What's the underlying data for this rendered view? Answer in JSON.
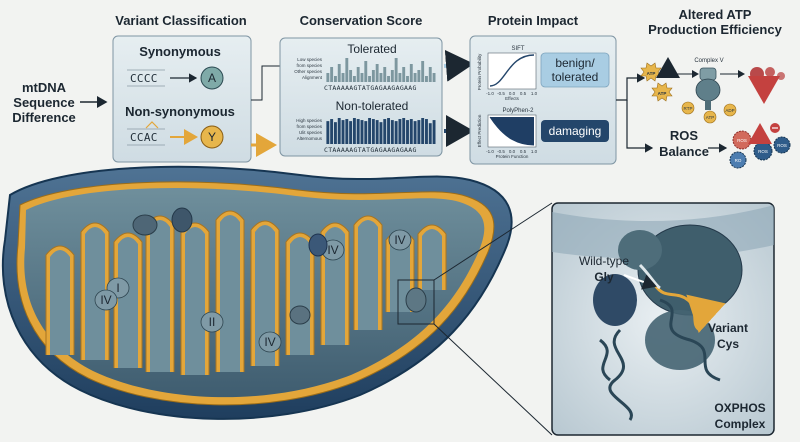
{
  "input_label": [
    "mtDNA",
    "Sequence",
    "Difference"
  ],
  "panels": {
    "variant": {
      "title": "Variant Classification",
      "synonymous": {
        "label": "Synonymous",
        "codon": "CCCC",
        "aa": "A"
      },
      "nonsyn": {
        "label": "Non-synonymous",
        "codon": "CCAC",
        "aa": "Y"
      }
    },
    "conservation": {
      "title": "Conservation Score",
      "tolerated": {
        "label": "Tolerated",
        "rows": [
          "Low species",
          "from species",
          "Other species",
          "Alignment"
        ],
        "sequence": "CTAAAAAGTATGAGAAGAGAAG",
        "bars": [
          3,
          5,
          2,
          6,
          3,
          8,
          4,
          2,
          5,
          3,
          7,
          2,
          4,
          6,
          3,
          5,
          2,
          4,
          8,
          3,
          5,
          2,
          6,
          3,
          4,
          7,
          2,
          5,
          3
        ]
      },
      "nontolerated": {
        "label": "Non-tolerated",
        "rows": [
          "High species",
          "from species",
          "Ulit species",
          "Alternomous"
        ],
        "sequence": "CTAAAAAGTATGAGAAGAGAAG",
        "bars": [
          22,
          24,
          21,
          25,
          23,
          24,
          22,
          25,
          24,
          23,
          22,
          25,
          24,
          23,
          21,
          24,
          25,
          23,
          22,
          24,
          25,
          23,
          24,
          22,
          23,
          25,
          24,
          20,
          23
        ]
      }
    },
    "impact": {
      "title": "Protein Impact",
      "sift": {
        "name": "SIFT",
        "ylabel": "Protein Probability",
        "xlabel": "Effects",
        "ticks": [
          "-1.0",
          "-0.5",
          "0.0",
          "0.5",
          "1.0"
        ]
      },
      "polyphen": {
        "name": "PolyPhen-2",
        "ylabel": "Effect Prediction",
        "xlabel": "Protein Function",
        "ticks": [
          "-1.0",
          "-0.5",
          "0.0",
          "0.5",
          "1.0"
        ]
      },
      "benign": [
        "benign/",
        "tolerated"
      ],
      "damaging": "damaging"
    },
    "atp": {
      "title": [
        "Altered ATP",
        "Production Efficiency"
      ],
      "complex": "Complex V",
      "atp": "ATP",
      "adp": "ADP",
      "rtp": "RTP"
    },
    "ros": {
      "title": [
        "ROS",
        "Balance"
      ],
      "labels": [
        "ROS",
        "ROS",
        "RO",
        "ROS"
      ]
    }
  },
  "mito": {
    "complex_labels": [
      "IV",
      "IV",
      "I",
      "IV",
      "II",
      "IV"
    ]
  },
  "zoom": {
    "wildtype": [
      "Wild-type",
      "Gly"
    ],
    "variant": [
      "Variant",
      "Cys"
    ],
    "complex": [
      "OXPHOS",
      "Complex"
    ]
  },
  "colors": {
    "navy": "#24466b",
    "orange": "#e3a63a",
    "teal": "#5f8b8a",
    "lightblue": "#a9cde3",
    "red": "#c4413f"
  }
}
